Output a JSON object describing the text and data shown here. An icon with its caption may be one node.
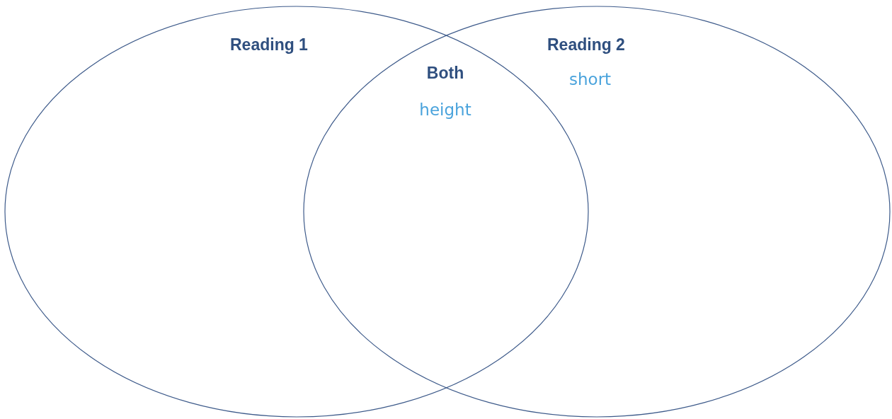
{
  "diagram": {
    "nodes": [
      {
        "text": [
          "Reading 1"
        ]
      },
      {
        "text": [
          "Reading 2",
          "short"
        ]
      }
    ],
    "labels": [
      "Both",
      "height"
    ]
  }
}
